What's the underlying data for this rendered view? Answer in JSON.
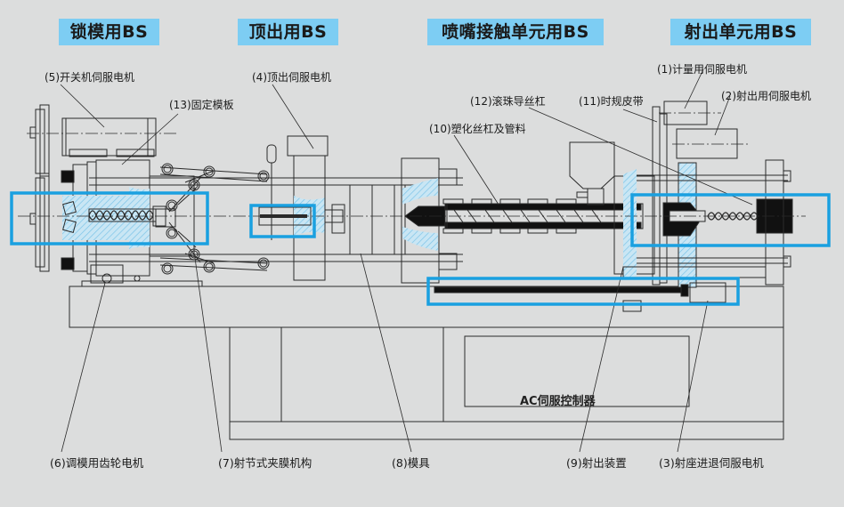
{
  "headers": [
    {
      "id": "clamp",
      "text": "锁模用BS"
    },
    {
      "id": "eject",
      "text": "顶出用BS"
    },
    {
      "id": "nozzle",
      "text": "喷嘴接触单元用BS"
    },
    {
      "id": "inject",
      "text": "射出单元用BS"
    }
  ],
  "callouts": {
    "c1": "(1)计量用伺服电机",
    "c2": "(2)射出用伺服电机",
    "c3": "(3)射座进退伺服电机",
    "c4": "(4)顶出伺服电机",
    "c5": "(5)开关机伺服电机",
    "c6": "(6)调模用齿轮电机",
    "c7": "(7)射节式夹膜机构",
    "c8": "(8)模具",
    "c9": "(9)射出装置",
    "c10": "(10)塑化丝杠及管料",
    "c11": "(11)时规皮带",
    "c12": "(12)滚珠导丝杠",
    "c13": "(13)固定模板"
  },
  "controller_label": "AC伺服控制器",
  "colors": {
    "background": "#dcdddd",
    "header_fill": "#7dcdf3",
    "highlight_frame": "#1aa0e0",
    "hatch": "#8fd0f0",
    "line": "#2a2a2a"
  }
}
